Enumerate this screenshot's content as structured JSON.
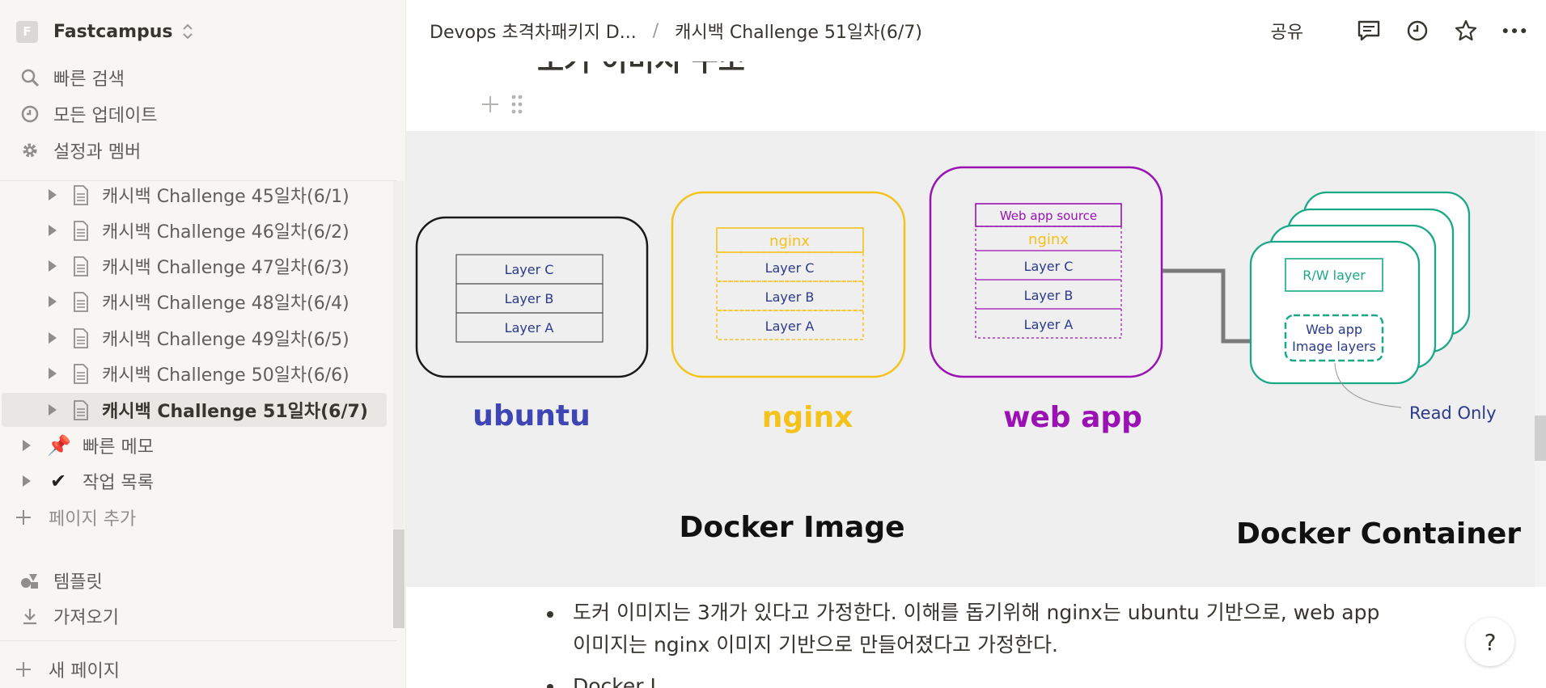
{
  "workspace": {
    "initial": "F",
    "name": "Fastcampus"
  },
  "sidebar": {
    "nav": [
      {
        "label": "빠른 검색",
        "icon": "search-icon"
      },
      {
        "label": "모든 업데이트",
        "icon": "clock-icon"
      },
      {
        "label": "설정과 멤버",
        "icon": "gear-icon"
      }
    ],
    "pages": [
      "캐시백 Challenge 45일차(6/1)",
      "캐시백 Challenge 46일차(6/2)",
      "캐시백 Challenge 47일차(6/3)",
      "캐시백 Challenge 48일차(6/4)",
      "캐시백 Challenge 49일차(6/5)",
      "캐시백 Challenge 50일차(6/6)",
      "캐시백 Challenge 51일차(6/7)"
    ],
    "quick_memo": {
      "label": "빠른 메모",
      "emoji": "📌"
    },
    "task_list": {
      "label": "작업 목록",
      "emoji": "✔"
    },
    "add_page": "페이지 추가",
    "templates": "템플릿",
    "import": "가져오기",
    "new_page": "새 페이지"
  },
  "topbar": {
    "breadcrumb_parent": "Devops 초격차패키지 D...",
    "breadcrumb_current": "캐시백 Challenge 51일차(6/7)",
    "share": "공유"
  },
  "content": {
    "heading_partial": "도커 이미지 구조",
    "bullet_text": "도커 이미지는 3개가 있다고 가정한다. 이해를 돕기위해 nginx는 ubuntu 기반으로, web app 이미지는 nginx 이미지 기반으로 만들어졌다고 가정한다.",
    "next_bullet": "Docker I..."
  },
  "diagram": {
    "layer_c": "Layer C",
    "layer_b": "Layer B",
    "layer_a": "Layer A",
    "nginx_layer": "nginx",
    "web_app_source": "Web app source",
    "rw_layer": "R/W layer",
    "web_app_image_layers_1": "Web app",
    "web_app_image_layers_2": "Image layers",
    "read_only": "Read Only",
    "label_ubuntu": "ubuntu",
    "label_nginx": "nginx",
    "label_webapp": "web app",
    "title_image": "Docker Image",
    "title_container": "Docker Container",
    "colors": {
      "ubuntu": "#3d46b4",
      "nginx": "#f5c21b",
      "webapp": "#9a12b3",
      "container": "#1aa886",
      "layer_text": "#2b3a8c"
    }
  },
  "help": "?"
}
